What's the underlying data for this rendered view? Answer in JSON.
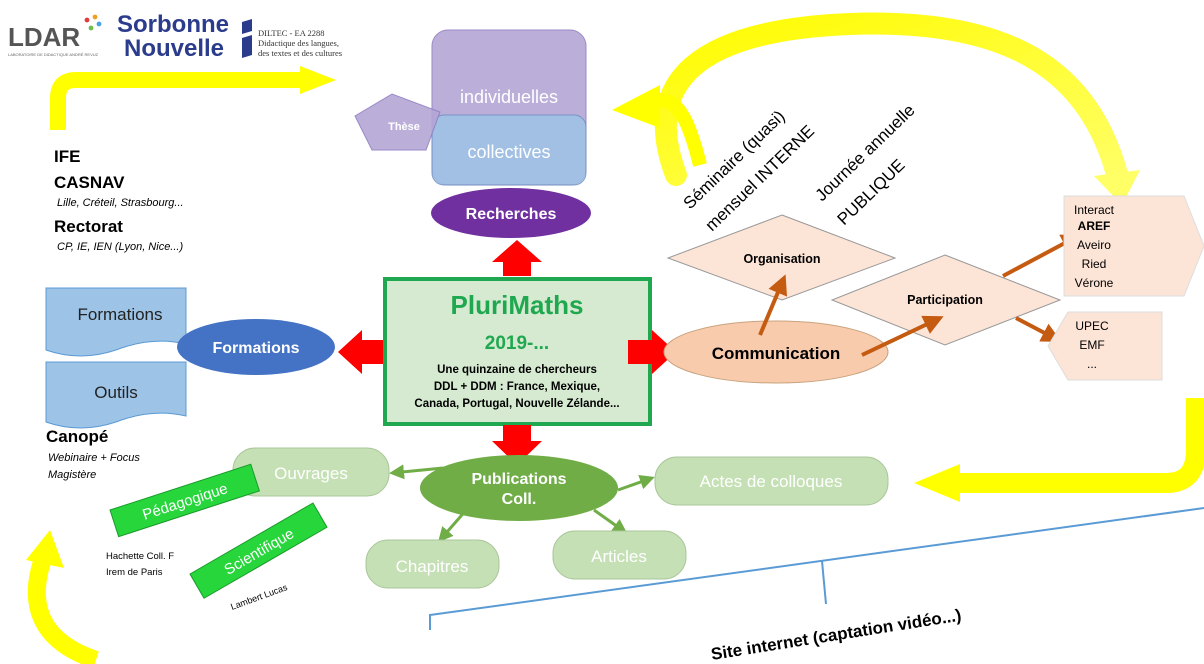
{
  "logos": {
    "ldar": "LDAR",
    "ldar_sub": "LABORATOIRE DE DIDACTIQUE ANDRÉ REVUZ",
    "sorbonne_line1": "Sorbonne",
    "sorbonne_line2": "Nouvelle",
    "diltec_line1": "DILTEC - EA 2288",
    "diltec_line2": "Didactique des langues,",
    "diltec_line3": "des textes et des cultures"
  },
  "center": {
    "title": "PluriMaths",
    "year": "2019-...",
    "line1": "Une quinzaine de chercheurs",
    "line2": "DDL + DDM : France, Mexique,",
    "line3": "Canada, Portugal, Nouvelle Zélande..."
  },
  "recherches": {
    "label": "Recherches",
    "individuelles": "individuelles",
    "collectives": "collectives",
    "these": "Thèse"
  },
  "formations": {
    "label": "Formations",
    "doc_formations": "Formations",
    "doc_outils": "Outils"
  },
  "partners": {
    "ife": "IFE",
    "casnav": "CASNAV",
    "casnav_sub": "Lille, Créteil, Strasbourg...",
    "rectorat": "Rectorat",
    "rectorat_sub": "CP, IE, IEN (Lyon, Nice...)",
    "canope": "Canopé",
    "canope_sub1": "Webinaire + Focus",
    "canope_sub2": "Magistère"
  },
  "communication": {
    "label": "Communication",
    "organisation": "Organisation",
    "participation": "Participation",
    "seminaire_line1": "Séminaire (quasi)",
    "seminaire_line2": "mensuel INTERNE",
    "journee_line1": "Journée annuelle",
    "journee_line2": "PUBLIQUE",
    "conf1": [
      "Interact",
      "AREF",
      "Aveiro",
      "Ried",
      "Vérone"
    ],
    "conf2": [
      "UPEC",
      "EMF",
      "..."
    ]
  },
  "publications": {
    "label_line1": "Publications",
    "label_line2": "Coll.",
    "ouvrages": "Ouvrages",
    "chapitres": "Chapitres",
    "articles": "Articles",
    "actes": "Actes de colloques",
    "pedagogique": "Pédagogique",
    "scientifique": "Scientifique",
    "hachette_line1": "Hachette Coll. F",
    "hachette_line2": "Irem de Paris",
    "lambert": "Lambert Lucas"
  },
  "site": {
    "label": "Site internet (captation vidéo...)"
  },
  "colors": {
    "center_border": "#1fa84f",
    "center_fill": "#d5ead0",
    "title_green": "#1fa84f",
    "purple": "#7030a0",
    "blue_ellipse": "#4472c4",
    "salmon": "#f8cbad",
    "pub_green": "#70ad47",
    "pale_green": "#c5e0b4",
    "bright_green": "#27d63b",
    "yellow": "#ffff00",
    "red": "#ff0000",
    "orange": "#c55a11",
    "doc_blue": "#9dc3e6",
    "bracket_blue": "#5b9bd5"
  }
}
